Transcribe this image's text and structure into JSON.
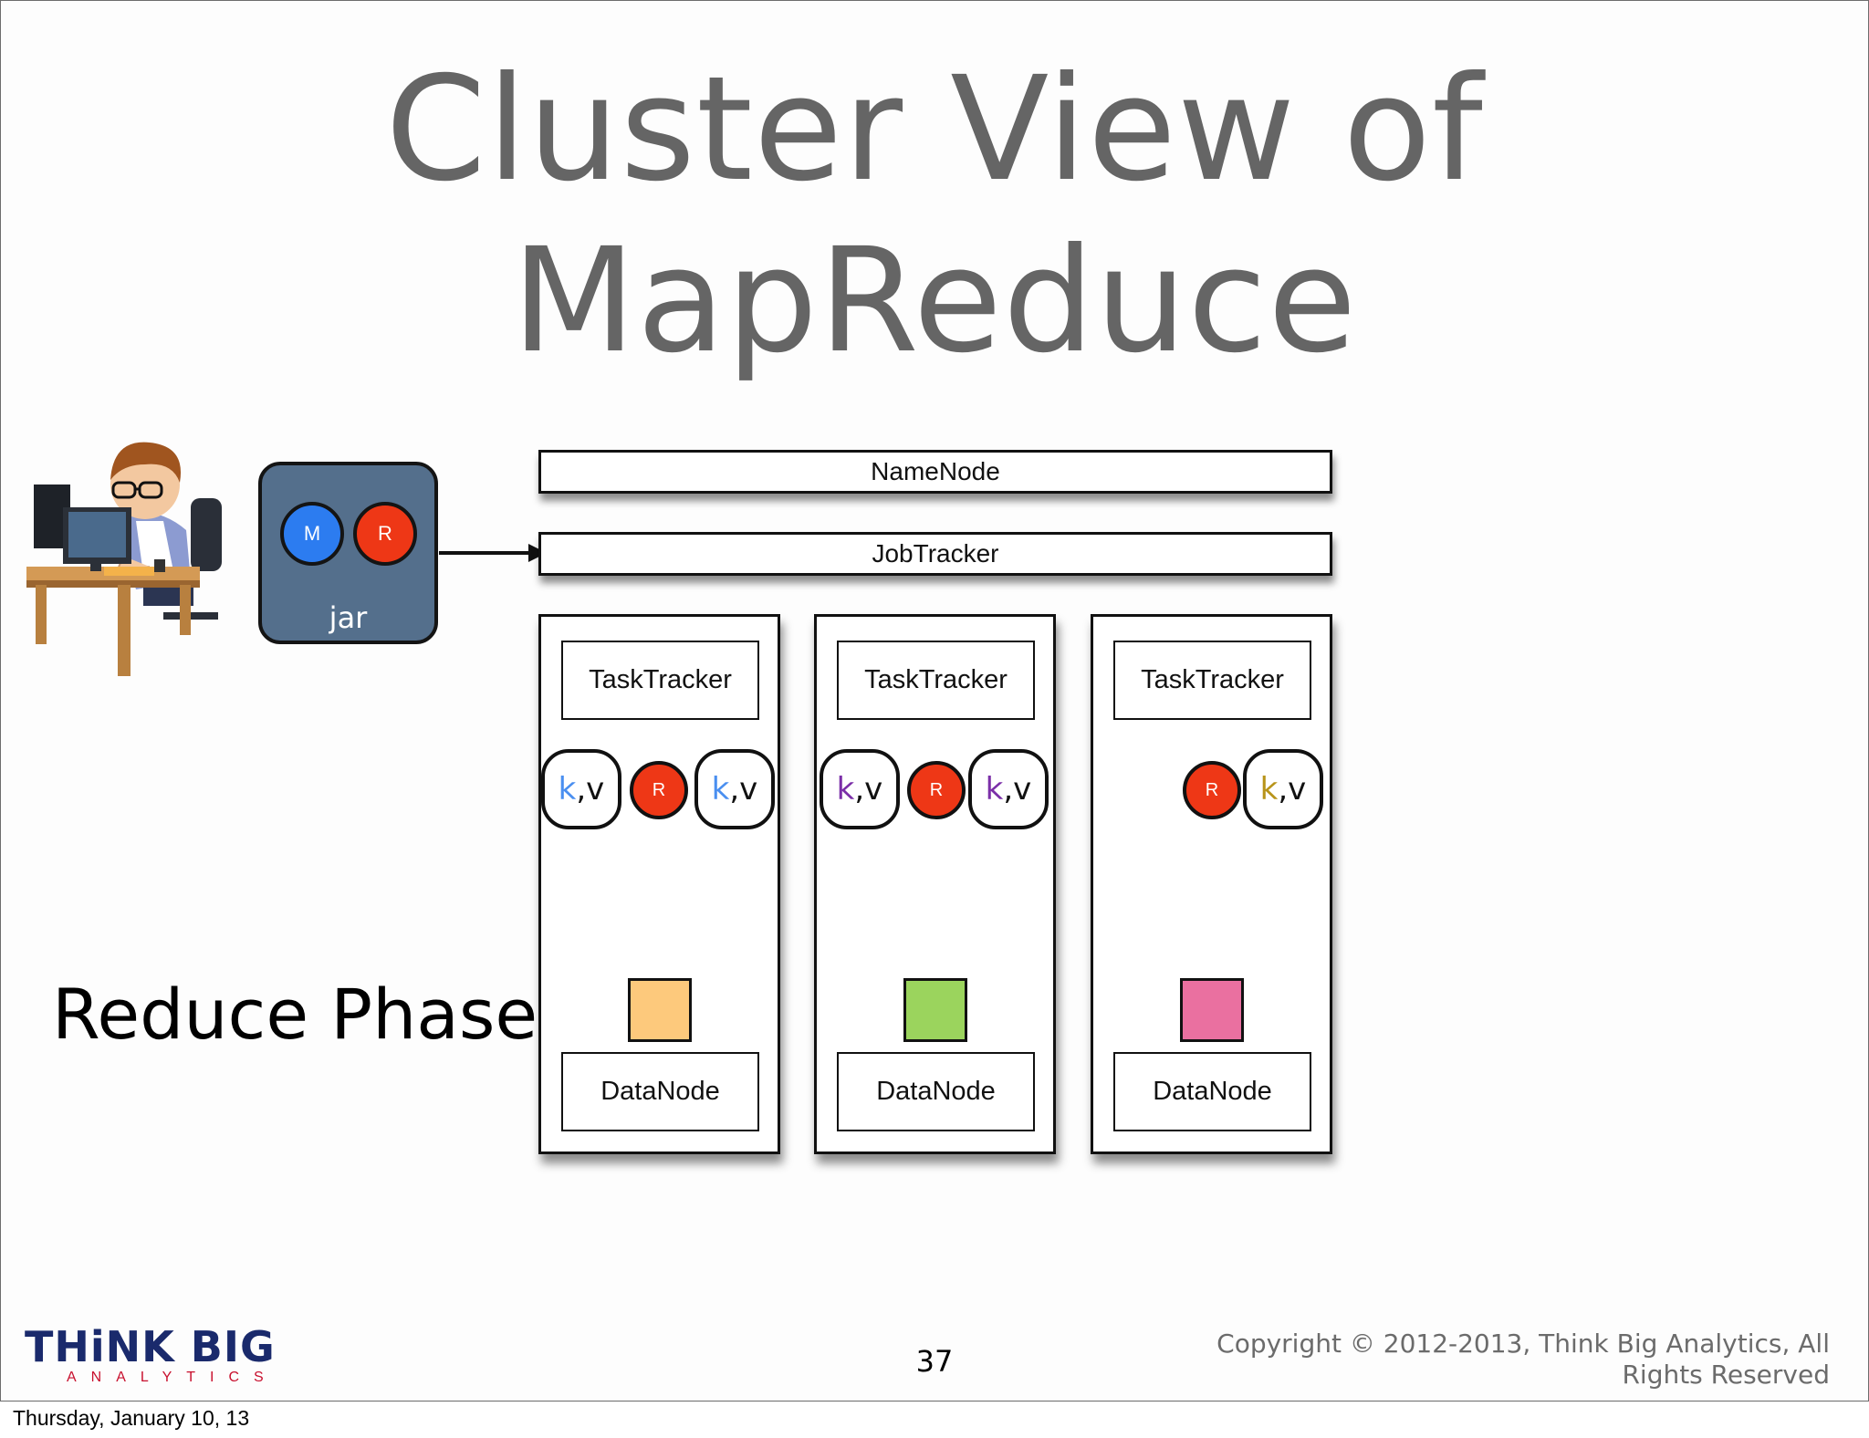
{
  "slide": {
    "title_line1": "Cluster View of",
    "title_line2": "MapReduce",
    "phase_label": "Reduce Phase",
    "page_number": "37",
    "copyright_line1": "Copyright © 2012-2013, Think Big Analytics, All",
    "copyright_line2": "Rights Reserved"
  },
  "jar": {
    "map_label": "M",
    "reduce_label": "R",
    "label": "jar",
    "map_color": "#2c7cf0",
    "reduce_color": "#ee3716",
    "background": "#546f8c"
  },
  "cluster": {
    "namenode": "NameNode",
    "jobtracker": "JobTracker",
    "nodes": [
      {
        "tasktracker": "TaskTracker",
        "datanode": "DataNode",
        "reduce": "R",
        "kv_left": "k,v",
        "kv_right": "k,v",
        "kv_left_color": "#4a8ff0",
        "kv_right_color": "#4a8ff0",
        "block_color": "#fdc97c"
      },
      {
        "tasktracker": "TaskTracker",
        "datanode": "DataNode",
        "reduce": "R",
        "kv_left": "k,v",
        "kv_right": "k,v",
        "kv_left_color": "#7b2fa8",
        "kv_right_color": "#7b2fa8",
        "block_color": "#9bd45d"
      },
      {
        "tasktracker": "TaskTracker",
        "datanode": "DataNode",
        "reduce": "R",
        "kv_right": "k,v",
        "kv_right_color": "#b8941a",
        "block_color": "#ea70a0"
      }
    ]
  },
  "branding": {
    "logo_main": "THiNK BIG",
    "logo_sub": "ANALYTICS",
    "logo_color": "#1a2a6c",
    "logo_accent": "#c8102e"
  },
  "footer": {
    "date": "Thursday, January 10, 13"
  },
  "icons": {
    "developer": "developer-at-desk-icon",
    "arrow": "arrow-right-icon"
  }
}
